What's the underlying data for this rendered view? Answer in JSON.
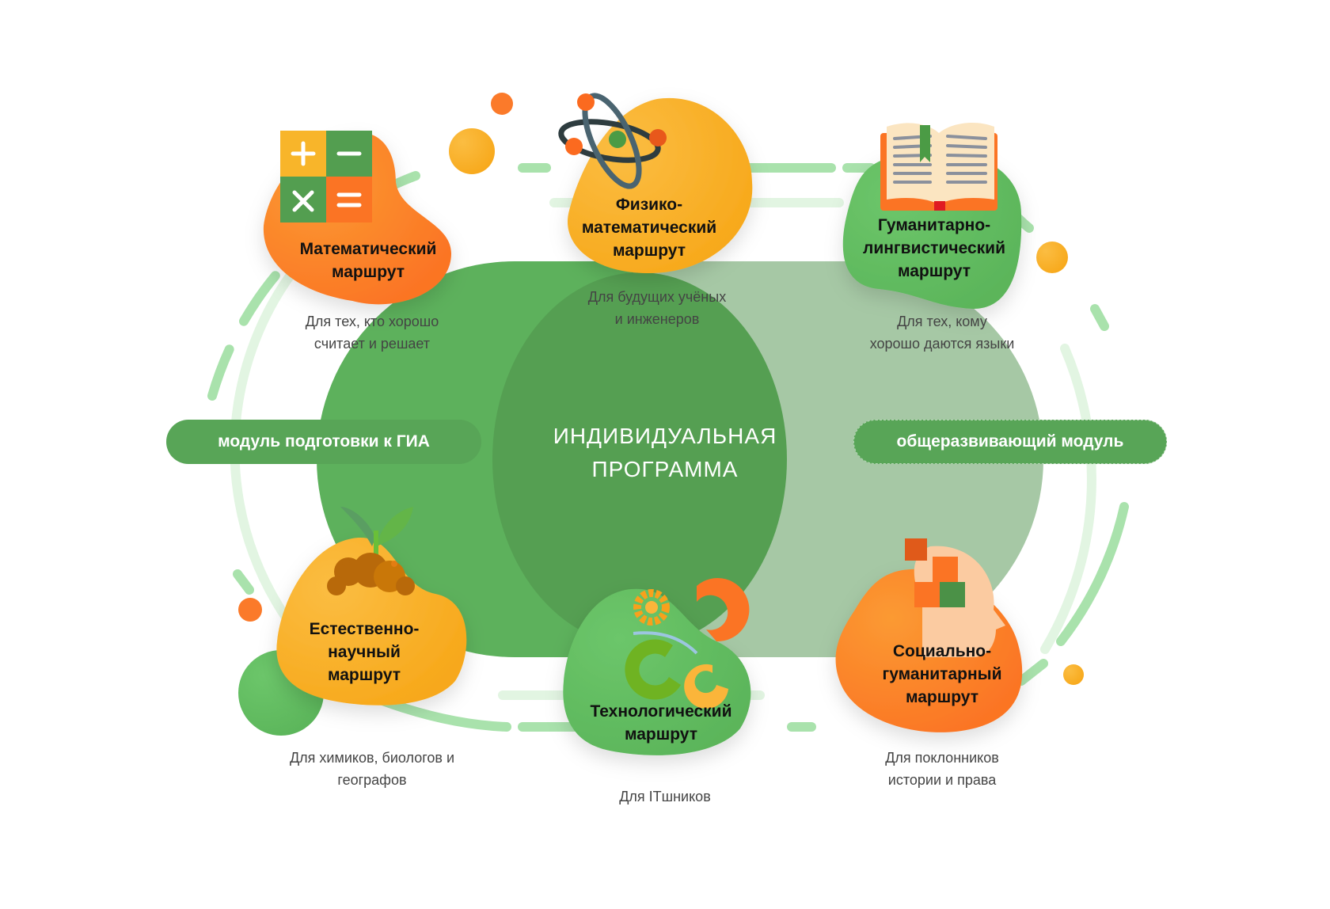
{
  "diagram": {
    "center": {
      "line1": "ИНДИВИДУАЛЬНАЯ",
      "line2": "ПРОГРАММА"
    },
    "modules": {
      "left": "модуль подготовки к ГИА",
      "right": "общеразвивающий модуль"
    },
    "routes": [
      {
        "id": "math",
        "title_line1": "Математический",
        "title_line2": "маршрут",
        "title_line3": "",
        "desc_line1": "Для тех, кто хорошо",
        "desc_line2": "считает и решает",
        "icon": "calculator-icon",
        "blob_color": "#fb8a2a"
      },
      {
        "id": "physmath",
        "title_line1": "Физико-",
        "title_line2": "математический",
        "title_line3": "маршрут",
        "desc_line1": "Для будущих учёных",
        "desc_line2": "и инженеров",
        "icon": "atom-icon",
        "blob_color": "#f9b63a"
      },
      {
        "id": "humling",
        "title_line1": "Гуманитарно-",
        "title_line2": "лингвистический",
        "title_line3": "маршрут",
        "desc_line1": "Для тех, кому",
        "desc_line2": "хорошо даются языки",
        "icon": "open-book-icon",
        "blob_color": "#63c063"
      },
      {
        "id": "natsci",
        "title_line1": "Естественно-",
        "title_line2": "научный",
        "title_line3": "маршрут",
        "desc_line1": "Для химиков, биологов и",
        "desc_line2": "географов",
        "icon": "sprout-icon",
        "blob_color": "#f9b63a"
      },
      {
        "id": "tech",
        "title_line1": "Технологический",
        "title_line2": "маршрут",
        "title_line3": "",
        "desc_line1": "Для ITшников",
        "desc_line2": "",
        "icon": "gears-icon",
        "blob_color": "#63c063"
      },
      {
        "id": "socium",
        "title_line1": "Социально-",
        "title_line2": "гуманитарный",
        "title_line3": "маршрут",
        "desc_line1": "Для поклонников",
        "desc_line2": "истории и права",
        "icon": "head-puzzle-icon",
        "blob_color": "#fb8a2a"
      }
    ],
    "colors": {
      "green_main": "#5db15c",
      "green_dark": "#559f52",
      "green_light": "#a6c8a5",
      "orange": "#fb7a2a",
      "yellow": "#f9b63a",
      "dash_green": "#a9e2ac"
    }
  }
}
